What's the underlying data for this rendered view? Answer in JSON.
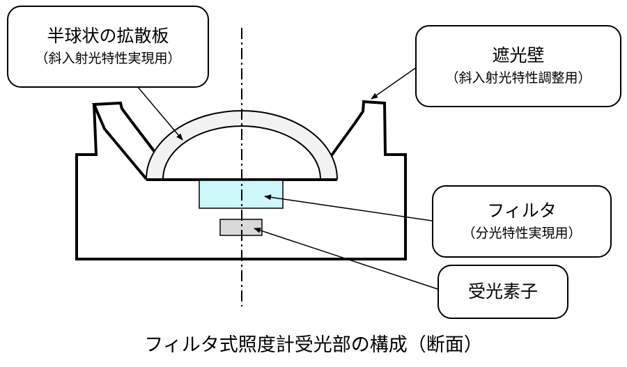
{
  "callouts": {
    "diffuser": {
      "title": "半球状の拡散板",
      "subtitle": "（斜入射光特性実現用）"
    },
    "wall": {
      "title": "遮光壁",
      "subtitle": "（斜入射光特性調整用）"
    },
    "filter": {
      "title": "フィルタ",
      "subtitle": "（分光特性実現用）"
    },
    "sensor": {
      "title": "受光素子"
    }
  },
  "caption": "フィルタ式照度計受光部の構成（断面）",
  "colors": {
    "line": "#000000",
    "diffuser_fill": "#f2f2f2",
    "filter_fill": "#ccf7fb",
    "sensor_fill": "#d9d9d9"
  }
}
